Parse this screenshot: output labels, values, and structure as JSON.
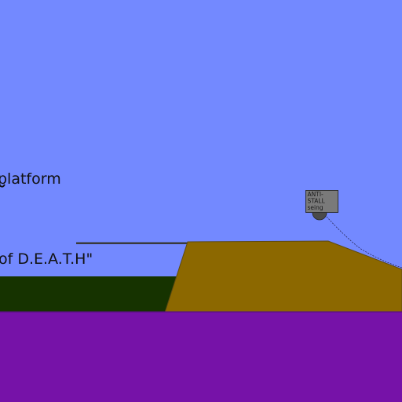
{
  "scene": {
    "colors": {
      "sky": "#7389ff",
      "ground": "#7612a8",
      "dark_block": "#163300",
      "ramp_fill": "#8c6800",
      "ramp_stroke": "#5e4a10",
      "rail": "#3a3a3a",
      "sign_fill": "#7a7a7a",
      "sign_stroke": "#2c2c2c",
      "wheel": "#4a4a4a",
      "rope": "#2a2a5a"
    },
    "labels": {
      "platform_text": "platform",
      "death_text": "of D.E.A.T.H\""
    },
    "sign": {
      "lines": [
        "ANTI-",
        "STALL",
        "seing"
      ]
    }
  }
}
